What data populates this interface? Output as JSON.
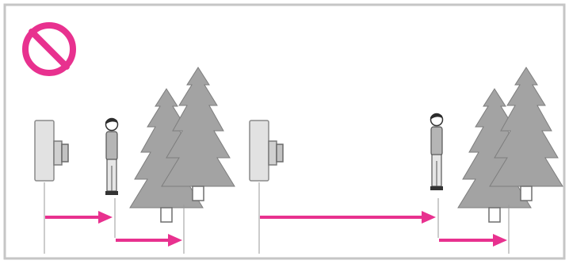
{
  "diagram": {
    "prohibition_icon": {
      "name": "prohibition",
      "color": "#e8318f"
    },
    "arrow_color": "#e8318f",
    "frame_color": "#c8c8c8",
    "tree_color": "#a0a0a0",
    "camera_color": "#d9d9d9",
    "scenes": [
      {
        "name": "near-scene",
        "elements": [
          "camera",
          "person",
          "trees"
        ]
      },
      {
        "name": "far-scene",
        "elements": [
          "camera",
          "person",
          "trees"
        ]
      }
    ]
  }
}
